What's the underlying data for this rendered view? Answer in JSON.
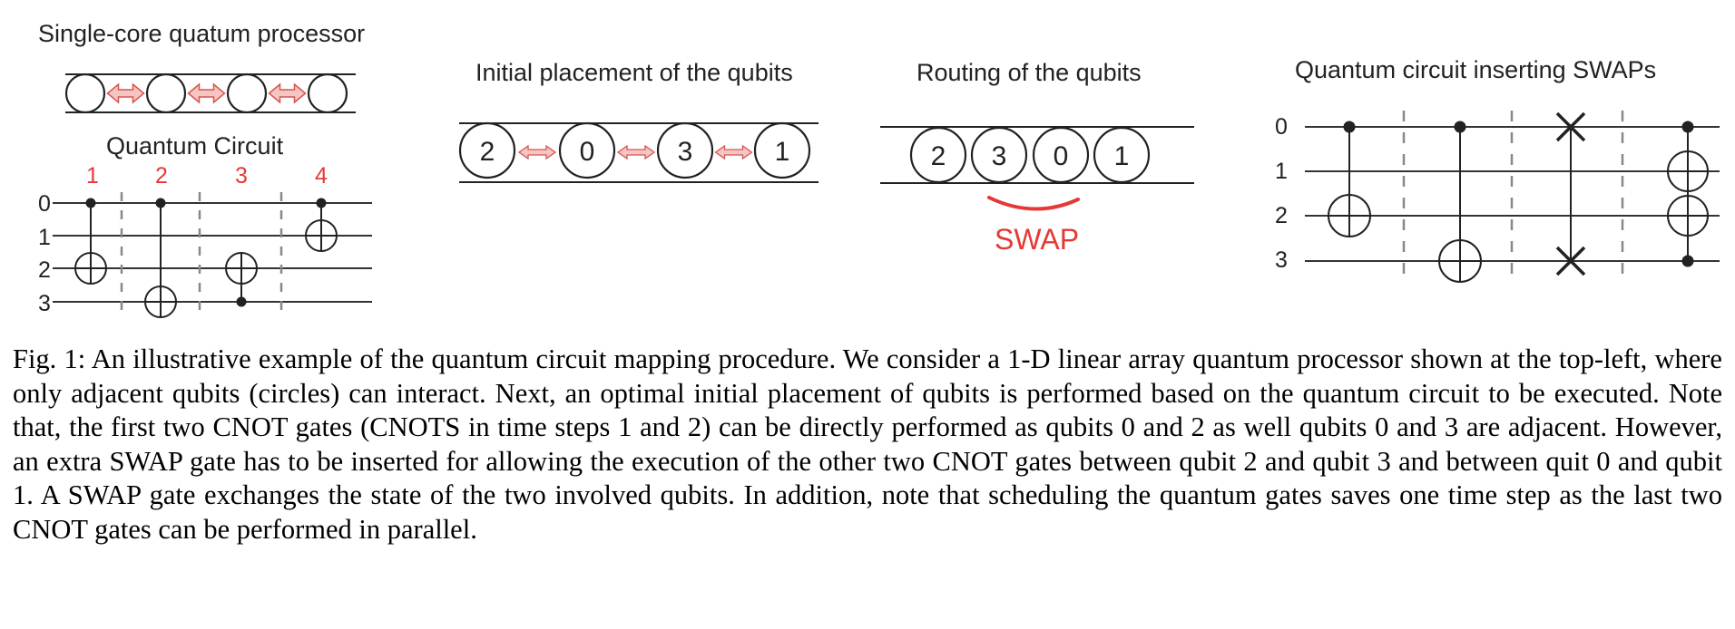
{
  "panels": {
    "processor": {
      "title": "Single-core quatum processor"
    },
    "circuit": {
      "title": "Quantum Circuit",
      "qubit_labels": [
        "0",
        "1",
        "2",
        "3"
      ],
      "step_labels": [
        "1",
        "2",
        "3",
        "4"
      ]
    },
    "placement": {
      "title": "Initial placement of the qubits",
      "qubits": [
        "2",
        "0",
        "3",
        "1"
      ]
    },
    "routing": {
      "title": "Routing of the qubits",
      "qubits": [
        "2",
        "3",
        "0",
        "1"
      ],
      "swap_label": "SWAP"
    },
    "swap_circuit": {
      "title": "Quantum circuit inserting SWAPs",
      "qubit_labels": [
        "0",
        "1",
        "2",
        "3"
      ]
    }
  },
  "colors": {
    "accent": "#e53935",
    "arrow_fill": "#f4c6c3",
    "arrow_stroke": "#d9534f",
    "ink": "#222222"
  },
  "caption": {
    "label": "Fig. 1:",
    "text": "An illustrative example of the quantum circuit mapping procedure. We consider a 1-D linear array quantum processor shown at the top-left, where only adjacent qubits (circles) can interact. Next, an optimal initial placement of qubits is performed based on the quantum circuit to be executed. Note that, the first two CNOT gates (CNOTS in time steps 1 and 2) can be directly performed as qubits 0 and 2 as well qubits 0 and 3 are adjacent. However, an extra SWAP gate has to be inserted for allowing the execution of the other two CNOT gates between qubit 2 and qubit 3 and between quit 0 and qubit 1. A SWAP gate exchanges the state of the two involved qubits. In addition, note that scheduling the quantum gates saves one time step as the last two CNOT gates can be performed in parallel."
  }
}
